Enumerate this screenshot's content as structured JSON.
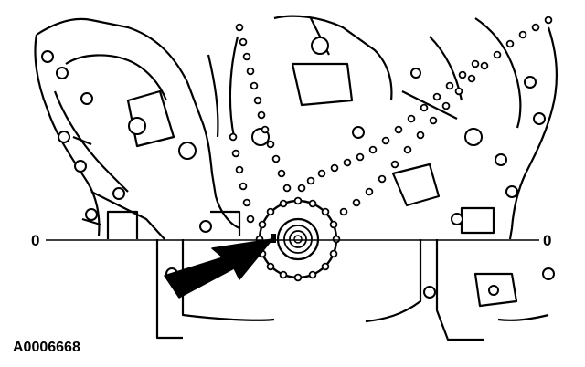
{
  "diagram": {
    "reference_line_label_left": "0",
    "reference_line_label_right": "0",
    "figure_code": "A0006668"
  },
  "colors": {
    "ink": "#000000",
    "paper": "#ffffff"
  }
}
